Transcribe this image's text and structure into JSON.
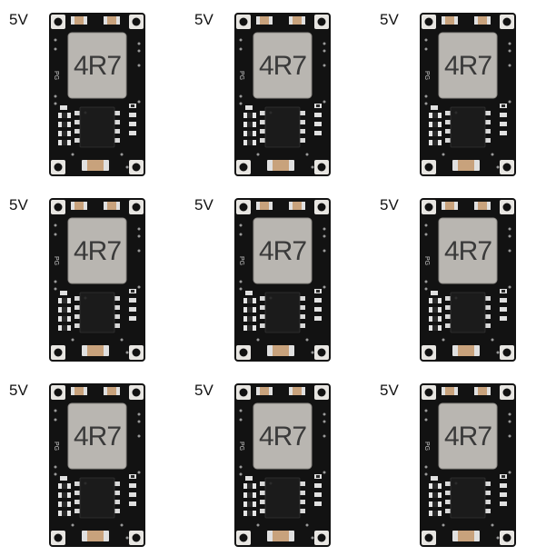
{
  "modules": [
    {
      "voltage": "5V",
      "inductor_marking": "4R7",
      "silkscreen": "PG"
    },
    {
      "voltage": "5V",
      "inductor_marking": "4R7",
      "silkscreen": "PG"
    },
    {
      "voltage": "5V",
      "inductor_marking": "4R7",
      "silkscreen": "PG"
    },
    {
      "voltage": "5V",
      "inductor_marking": "4R7",
      "silkscreen": "PG"
    },
    {
      "voltage": "5V",
      "inductor_marking": "4R7",
      "silkscreen": "PG"
    },
    {
      "voltage": "5V",
      "inductor_marking": "4R7",
      "silkscreen": "PG"
    },
    {
      "voltage": "5V",
      "inductor_marking": "4R7",
      "silkscreen": "PG"
    },
    {
      "voltage": "5V",
      "inductor_marking": "4R7",
      "silkscreen": "PG"
    },
    {
      "voltage": "5V",
      "inductor_marking": "4R7",
      "silkscreen": "PG"
    }
  ],
  "colors": {
    "pcb": "#121212",
    "inductor": "#b9b6b1",
    "pad": "#e8e6e2",
    "ic": "#1b1b1b",
    "capacitor": "#c8a27c"
  }
}
